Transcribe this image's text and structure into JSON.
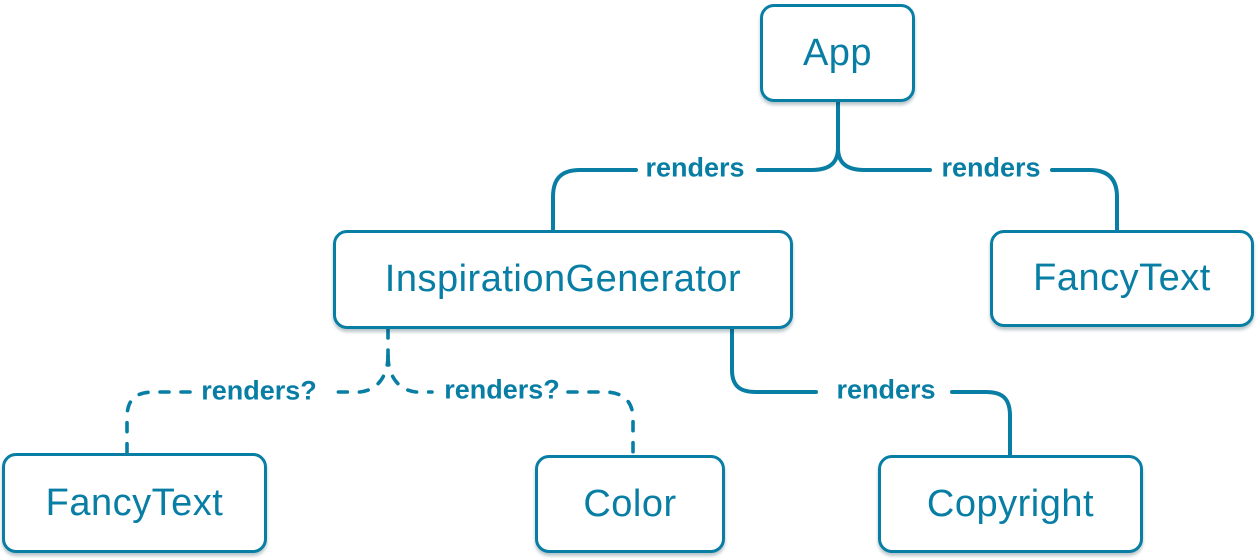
{
  "diagram": {
    "type": "component-render-tree",
    "accent_color": "#087EA4",
    "background_color": "#FFFFFF",
    "nodes": [
      {
        "id": "app",
        "label": "App"
      },
      {
        "id": "inspiration-generator",
        "label": "InspirationGenerator"
      },
      {
        "id": "fancy-text-top",
        "label": "FancyText"
      },
      {
        "id": "fancy-text-bottom",
        "label": "FancyText"
      },
      {
        "id": "color",
        "label": "Color"
      },
      {
        "id": "copyright",
        "label": "Copyright"
      }
    ],
    "edges": [
      {
        "from": "App",
        "to": "InspirationGenerator",
        "label": "renders",
        "style": "solid"
      },
      {
        "from": "App",
        "to": "FancyText",
        "label": "renders",
        "style": "solid"
      },
      {
        "from": "InspirationGenerator",
        "to": "FancyText",
        "label": "renders?",
        "style": "dashed"
      },
      {
        "from": "InspirationGenerator",
        "to": "Color",
        "label": "renders?",
        "style": "dashed"
      },
      {
        "from": "InspirationGenerator",
        "to": "Copyright",
        "label": "renders",
        "style": "solid"
      }
    ]
  }
}
